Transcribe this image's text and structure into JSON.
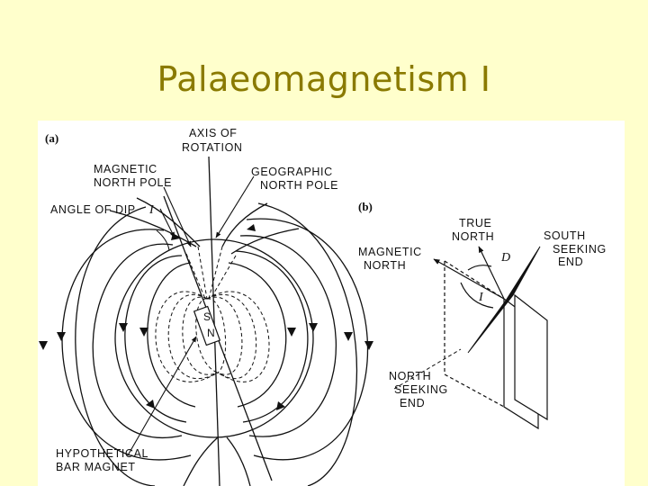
{
  "slide": {
    "title": "Palaeomagnetism I"
  },
  "figure": {
    "panel_a": {
      "tag": "(a)",
      "axis_label_1": "AXIS OF",
      "axis_label_2": "ROTATION",
      "magnetic_pole_1": "MAGNETIC",
      "magnetic_pole_2": "NORTH POLE",
      "geographic_pole_1": "GEOGRAPHIC",
      "geographic_pole_2": "NORTH POLE",
      "dip_label": "ANGLE OF DIP",
      "dip_symbol": "I",
      "magnet_s": "S",
      "magnet_n": "N",
      "bar_magnet_1": "HYPOTHETICAL",
      "bar_magnet_2": "BAR MAGNET"
    },
    "panel_b": {
      "tag": "(b)",
      "true_north_1": "TRUE",
      "true_north_2": "NORTH",
      "magnetic_north_1": "MAGNETIC",
      "magnetic_north_2": "NORTH",
      "south_end_1": "SOUTH",
      "south_end_2": "SEEKING",
      "south_end_3": "END",
      "north_end_1": "NORTH",
      "north_end_2": "SEEKING",
      "north_end_3": "END",
      "declination_symbol": "D",
      "inclination_symbol": "I"
    }
  }
}
